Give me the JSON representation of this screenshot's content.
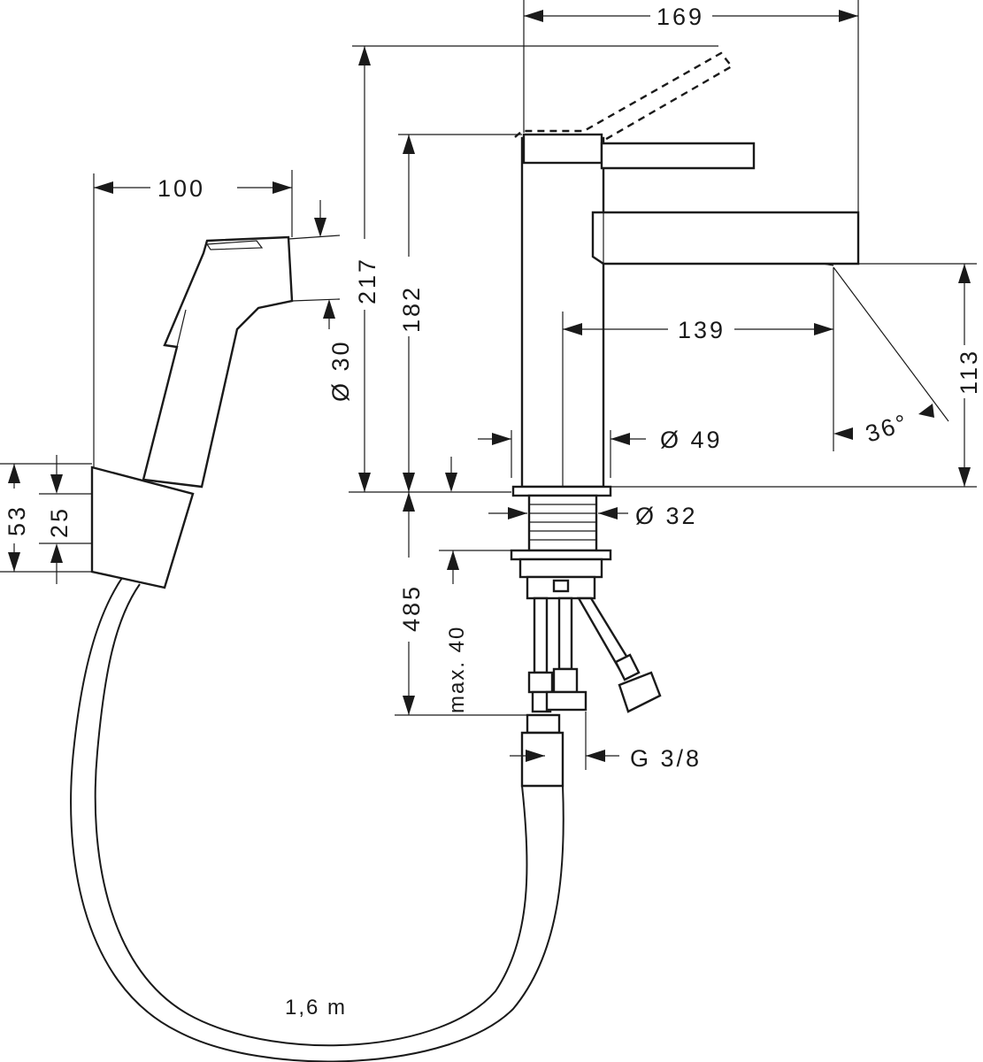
{
  "dimensions": {
    "width_top": "169",
    "handshower_width": "100",
    "total_height": "217",
    "body_height": "182",
    "spout_height": "113",
    "spout_reach": "139",
    "spout_angle": "36°",
    "body_diameter": "Ø 49",
    "shank_diameter": "Ø 32",
    "handshower_diameter": "Ø 30",
    "holder_height": "53",
    "holder_inner": "25",
    "below_deck": "485",
    "max_deck": "max. 40",
    "thread": "G 3/8",
    "hose_length": "1,6 m"
  }
}
